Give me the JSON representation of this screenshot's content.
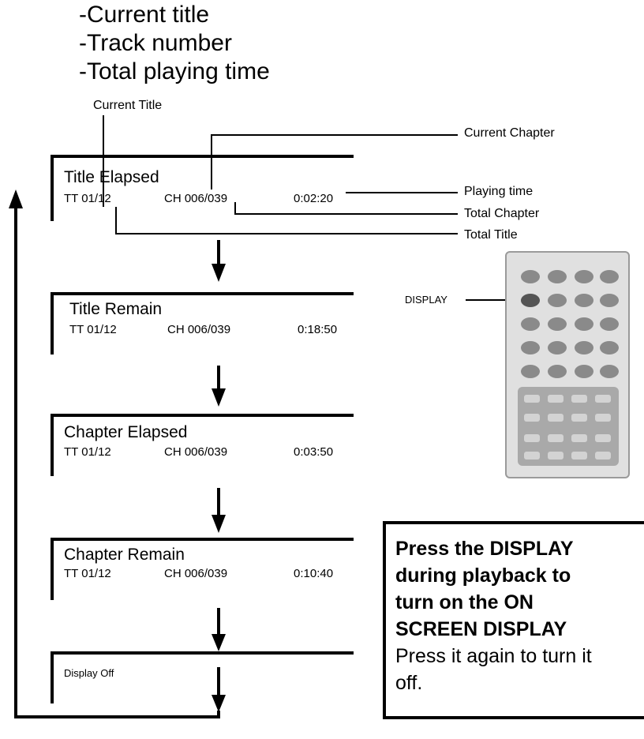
{
  "intro_items": [
    "-Current title",
    "-Track number",
    "-Total playing time"
  ],
  "callouts": {
    "current_title": "Current Title",
    "current_chapter": "Current Chapter",
    "playing_time": "Playing time",
    "total_chapter": "Total Chapter",
    "total_title": "Total Title",
    "display": "DISPLAY"
  },
  "panels": [
    {
      "title": "Title Elapsed",
      "tt": "TT  01/12",
      "ch": "CH  006/039",
      "time": "0:02:20"
    },
    {
      "title": "Title Remain",
      "tt": "TT  01/12",
      "ch": "CH  006/039",
      "time": "0:18:50"
    },
    {
      "title": "Chapter Elapsed",
      "tt": "TT  01/12",
      "ch": "CH  006/039",
      "time": "0:03:50"
    },
    {
      "title": "Chapter Remain",
      "tt": "TT  01/12",
      "ch": "CH  006/039",
      "time": "0:10:40"
    },
    {
      "title": "Display Off"
    }
  ],
  "note": {
    "bold_lines": [
      "Press the DISPLAY",
      "during playback to",
      "turn on the ON",
      "SCREEN DISPLAY"
    ],
    "normal_lines": [
      "Press it again to turn it",
      "off."
    ]
  },
  "icons": {
    "arrow": "down-arrow-icon",
    "remote": "remote-control-icon"
  }
}
